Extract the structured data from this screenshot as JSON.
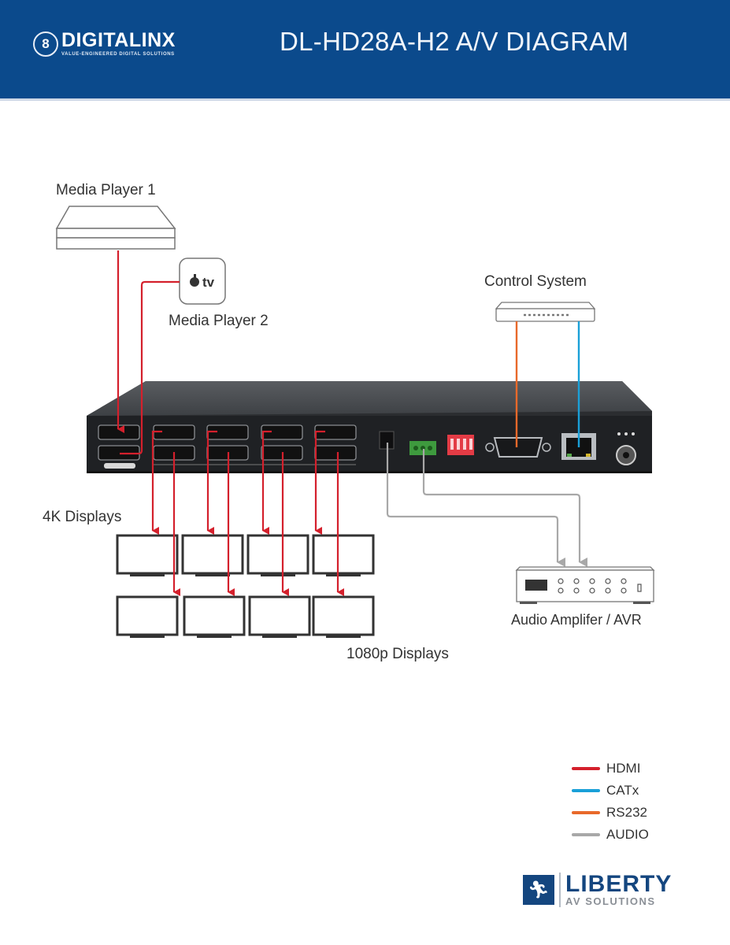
{
  "header": {
    "logo_mark": "8",
    "logo_name": "DIGITALINX",
    "logo_tagline": "VALUE-ENGINEERED DIGITAL SOLUTIONS",
    "title": "DL-HD28A-H2 A/V DIAGRAM",
    "background_color": "#0b4a8c"
  },
  "devices": {
    "media_player_1": "Media Player 1",
    "media_player_2": "Media Player 2",
    "media_player_2_badge": "tv",
    "control_system": "Control System",
    "displays_4k": "4K Displays",
    "displays_1080p": "1080p Displays",
    "audio_amplifier": "Audio Amplifer / AVR"
  },
  "legend": [
    {
      "label": "HDMI",
      "color": "#d4202c"
    },
    {
      "label": "CATx",
      "color": "#1aa0d8"
    },
    {
      "label": "RS232",
      "color": "#e8692a"
    },
    {
      "label": "AUDIO",
      "color": "#a8a8a8"
    }
  ],
  "footer": {
    "brand_name": "LIBERTY",
    "brand_sub": "AV SOLUTIONS"
  }
}
